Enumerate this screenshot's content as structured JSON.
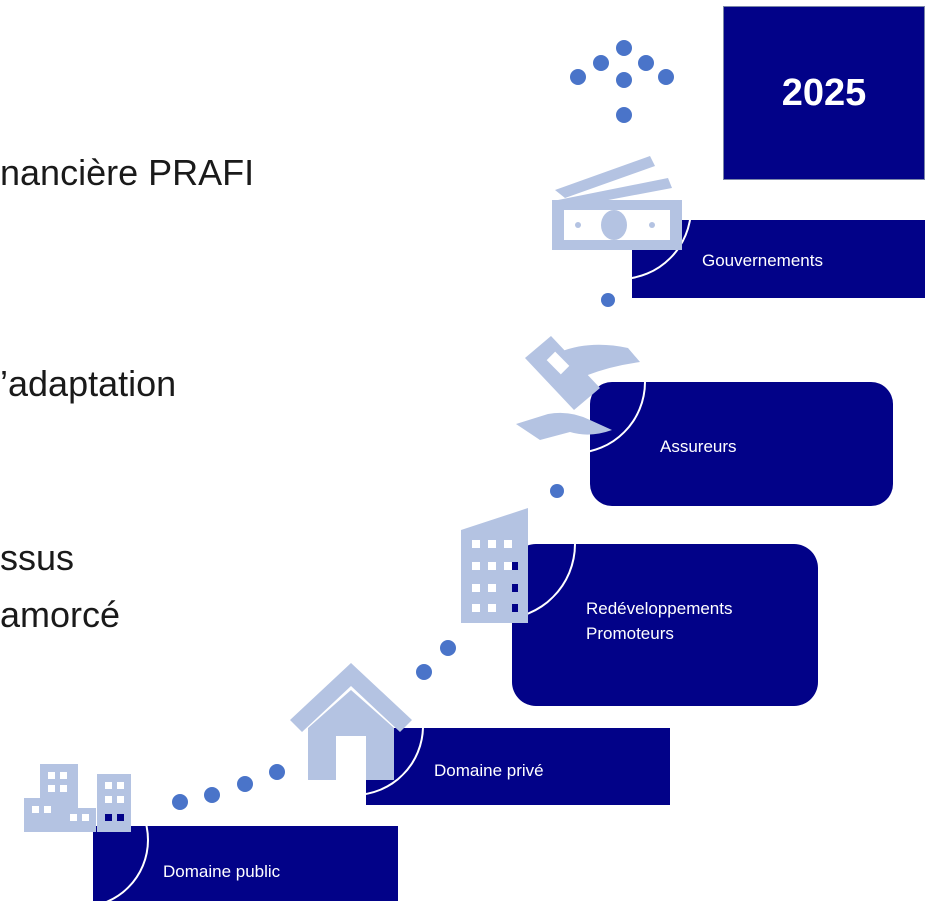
{
  "background_lines": [
    "nancière PRAFI",
    "’adaptation",
    "ssus",
    "amorcé"
  ],
  "year_label": "2025",
  "steps": [
    {
      "label": "Domaine public"
    },
    {
      "label": "Domaine privé"
    },
    {
      "label_line1": "Redéveloppements",
      "label_line2": "Promoteurs"
    },
    {
      "label": "Assureurs"
    },
    {
      "label": "Gouvernements"
    }
  ],
  "colors": {
    "navy": "#020288",
    "dot": "#4a74c9",
    "icon": "#b4c3e2"
  },
  "icons": [
    "city-buildings-icon",
    "house-icon",
    "office-tower-icon",
    "money-hand-icon",
    "banknotes-icon",
    "arrow-up-dots-icon"
  ]
}
